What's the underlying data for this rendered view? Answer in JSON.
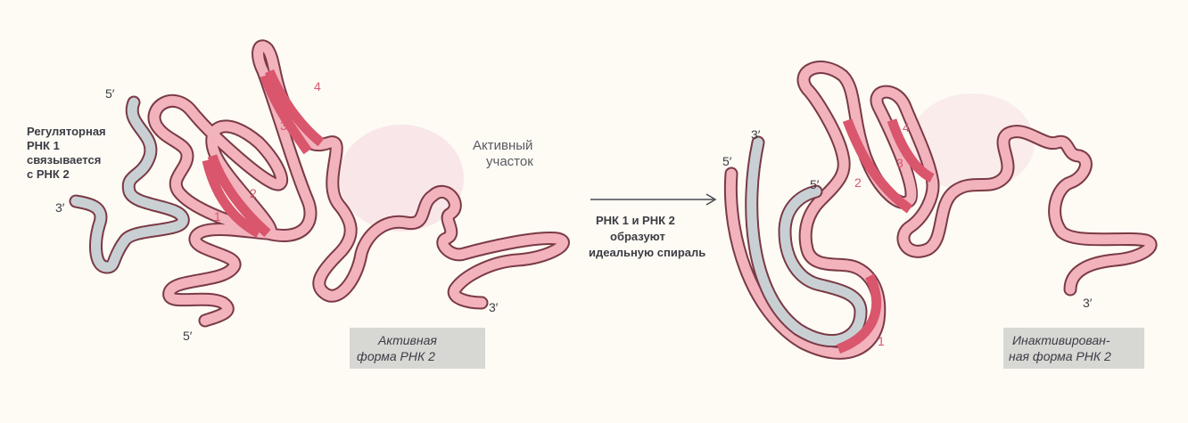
{
  "left_panel": {
    "regulatory_label": [
      "Регуляторная",
      "РНК 1",
      "связывается",
      "с РНК 2"
    ],
    "end_5_reg": "5′",
    "end_3_reg": "3′",
    "end_5_main": "5′",
    "end_3_main": "3′",
    "num_1": "1",
    "num_2": "2",
    "num_3": "3",
    "num_4": "4",
    "active_site_label": [
      "Активный",
      "участок"
    ],
    "caption": [
      "Активная",
      "форма РНК 2"
    ]
  },
  "arrow": {
    "label": [
      "РНК 1 и РНК 2",
      "образуют",
      "идеальную спираль"
    ]
  },
  "right_panel": {
    "end_3_gray": "3′",
    "end_5_pink": "5′",
    "end_5_gray_inner": "5′",
    "end_3_main": "3′",
    "num_1": "1",
    "num_2": "2",
    "num_3": "3",
    "num_4": "4",
    "caption": [
      "Инактивирован-",
      "ная форма РНК 2"
    ]
  },
  "colors": {
    "rna2": "#f2b3bd",
    "rna2_highlight": "#d9566c",
    "rna1": "#c9d0d3",
    "outline": "#7a3a46",
    "caption_box": "#d7d7d4"
  }
}
